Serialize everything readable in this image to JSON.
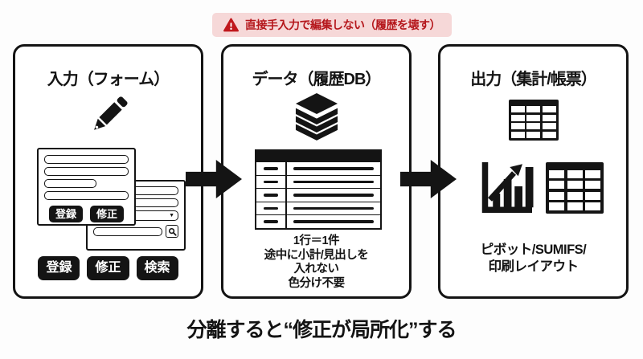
{
  "banner": {
    "text": "直接手入力で編集しない（履歴を壊す）"
  },
  "flow": {
    "input": {
      "title": "入力（フォーム）",
      "form_buttons": [
        "登録",
        "修正"
      ],
      "bottom_buttons": [
        "登録",
        "修正",
        "検索"
      ]
    },
    "data": {
      "title": "データ（履歴DB）",
      "notes": [
        "1行＝1件",
        "途中に小計/見出しを",
        "入れない",
        "色分け不要"
      ]
    },
    "output": {
      "title": "出力（集計/帳票）",
      "caption_lines": [
        "ピボット/SUMIFS/",
        "印刷レイアウト"
      ]
    }
  },
  "footer_caption": "分離すると“修正が局所化”する",
  "colors": {
    "ink": "#141414",
    "banner_bg": "#f6d8d8",
    "banner_text": "#b5171c",
    "warning_red": "#c0181d"
  }
}
